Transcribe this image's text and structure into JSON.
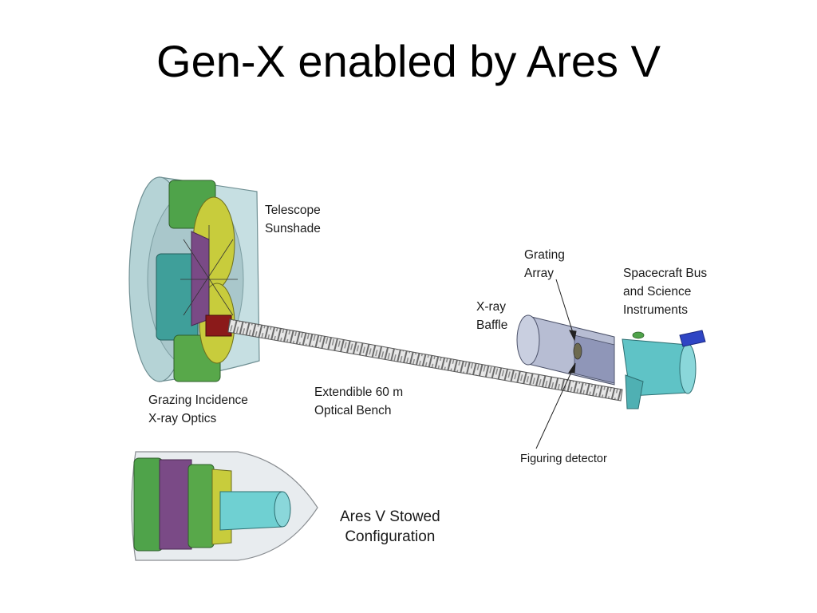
{
  "slide": {
    "title": "Gen-X enabled by Ares V"
  },
  "labels": {
    "sunshade": "Telescope\nSunshade",
    "grating": "Grating\nArray",
    "spacecraft": "Spacecraft Bus\nand Science\nInstruments",
    "baffle": "X-ray\nBaffle",
    "optics": "Grazing Incidence\nX-ray Optics",
    "bench": "Extendible 60 m\nOptical Bench",
    "detector": "Figuring detector",
    "stowed": "Ares V Stowed\nConfiguration"
  },
  "colors": {
    "sunshade": "#b7d3d6",
    "optics_green": "#58a84a",
    "optics_yellow": "#c8cc3c",
    "optics_teal": "#3f9f9a",
    "optics_purple": "#7a4a86",
    "bench": "#d6d6d6",
    "baffle": "#aeb6cc",
    "spacecraft": "#5fc3c6",
    "solar_panel": "#2f45c4"
  }
}
